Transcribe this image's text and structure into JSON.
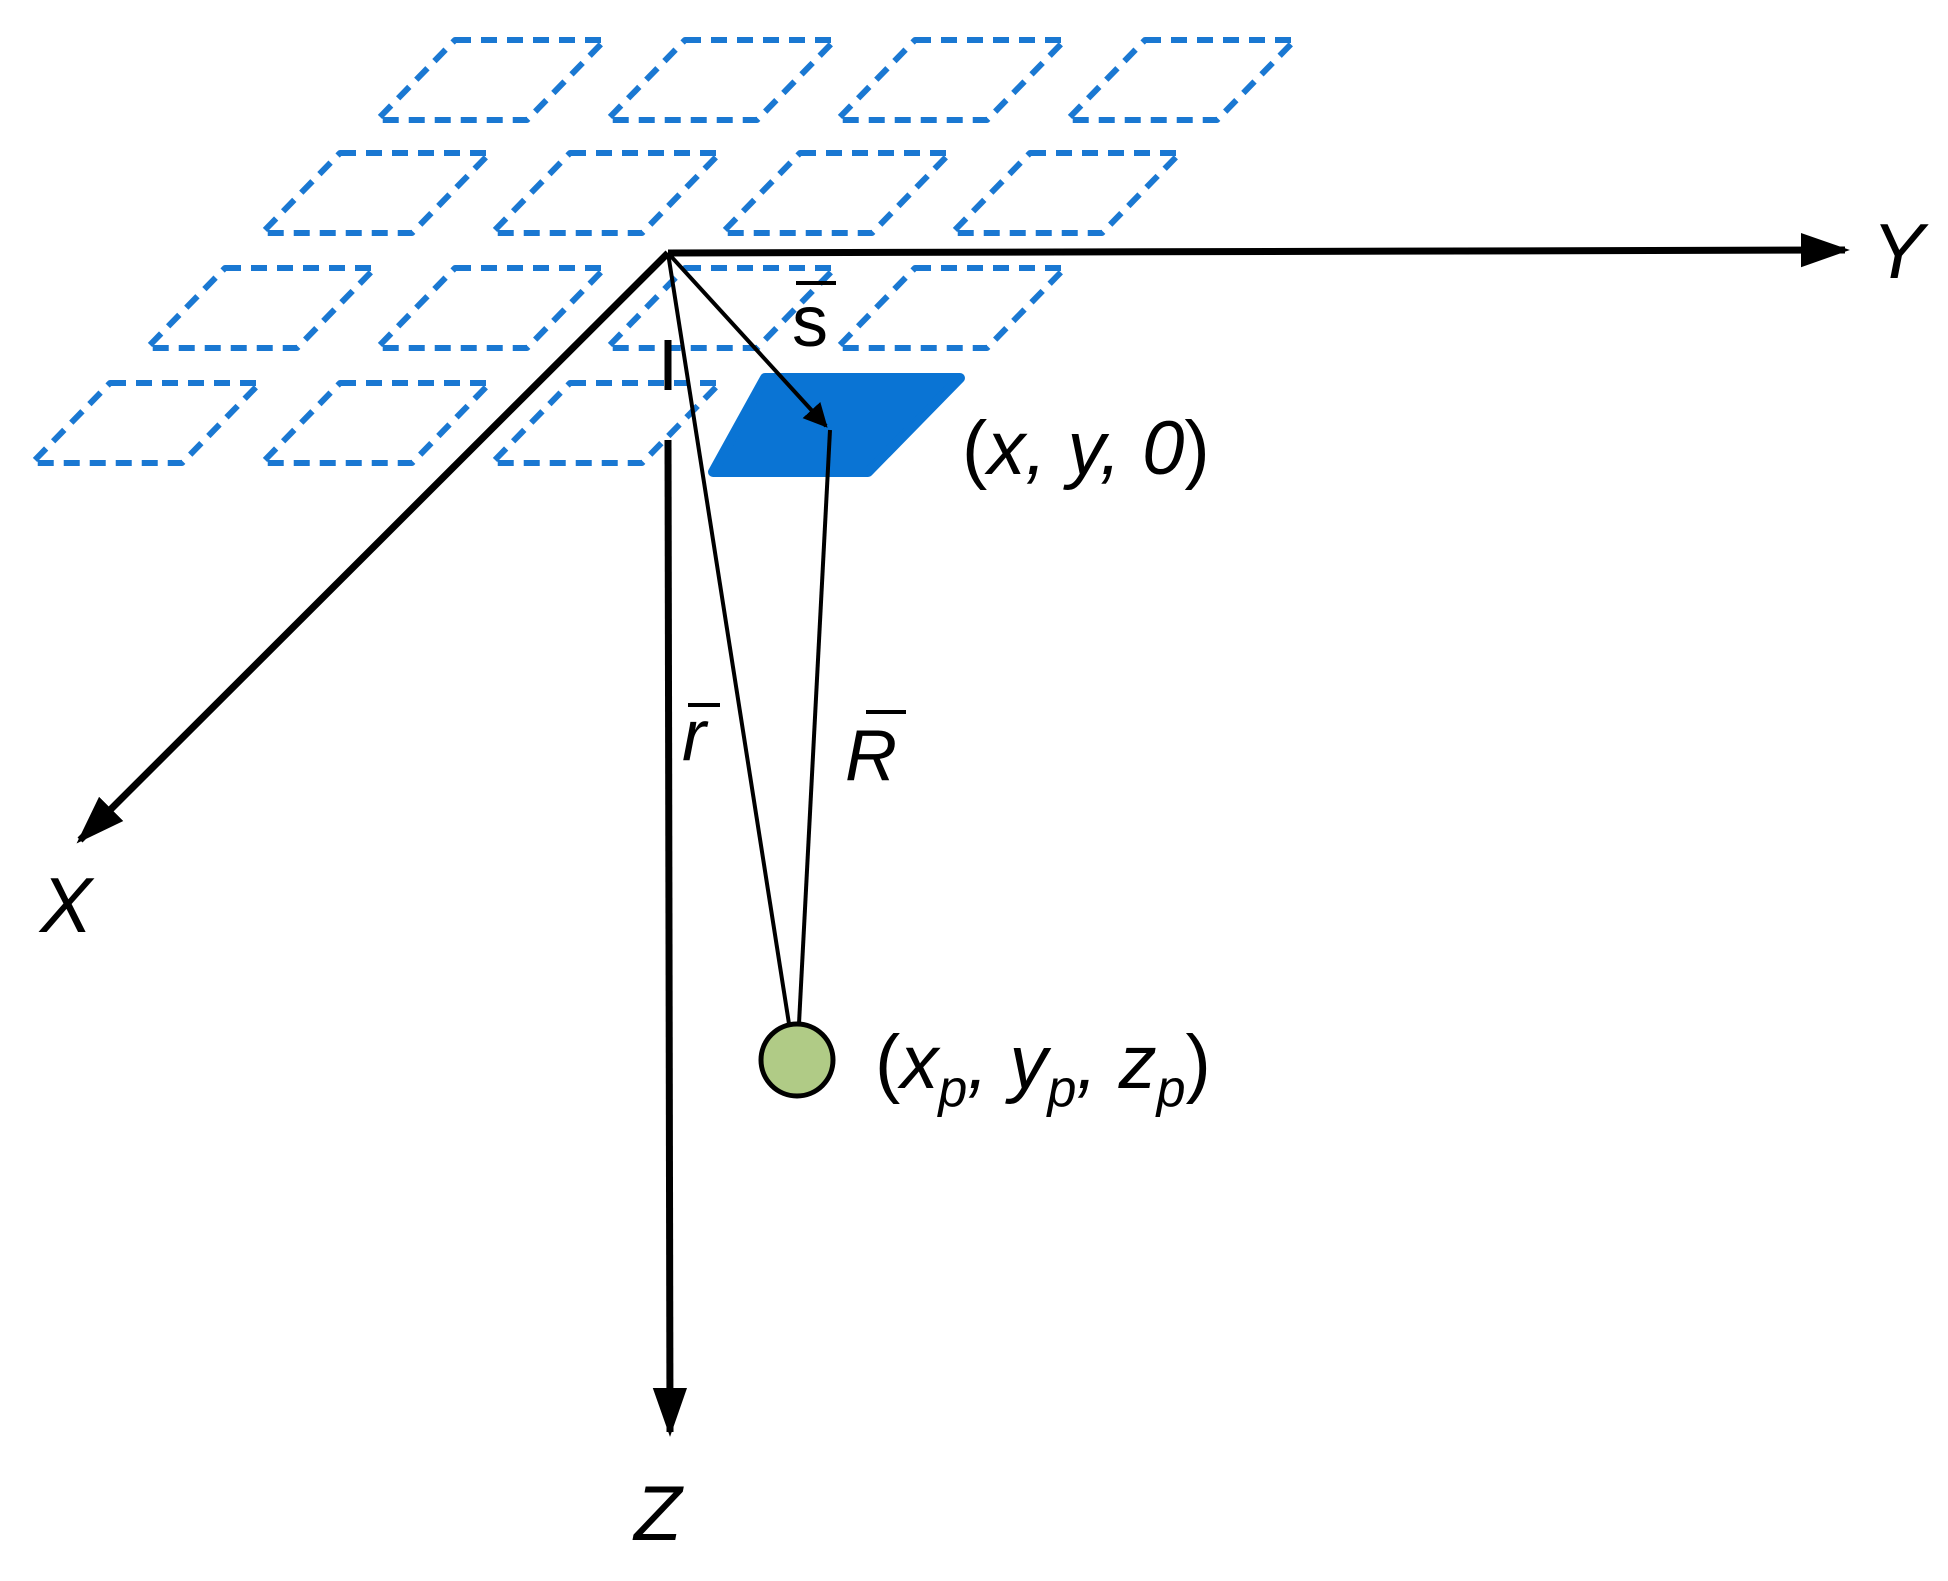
{
  "axes": {
    "x_label": "X",
    "y_label": "Y",
    "z_label": "Z"
  },
  "vectors": {
    "s_label": "s",
    "r_label": "r",
    "R_label": "R"
  },
  "points": {
    "element": {
      "open_paren": "(",
      "x": "x",
      "sep1": ", ",
      "y": "y",
      "sep2": ", ",
      "z": "0",
      "close_paren": ")"
    },
    "observation": {
      "open_paren": "(",
      "x": "x",
      "x_sub": "p",
      "sep1": ", ",
      "y": "y",
      "y_sub": "p",
      "sep2": ", ",
      "z": "z",
      "z_sub": "p",
      "close_paren": ")"
    }
  },
  "colors": {
    "grid": "#1a78d2",
    "element_fill": "#0a74d4",
    "point_fill": "#b0cb86",
    "ink": "#000000"
  },
  "grid": {
    "rows": 4,
    "cols": 4,
    "style": "dashed"
  }
}
